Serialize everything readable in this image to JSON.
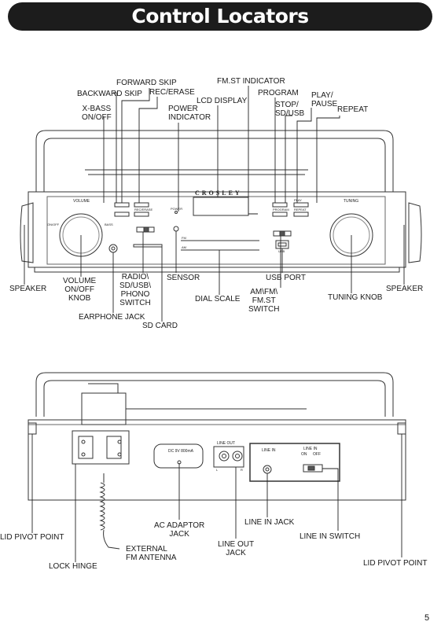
{
  "page_title": "Control Locators",
  "page_number": "5",
  "front_panel": {
    "brand": "CROSLEY",
    "printed": {
      "volume": "VOLUME",
      "tuning": "TUNING",
      "on_off": "ON/OFF",
      "bass": "BASS",
      "power": "POWER",
      "program": "PROGRAM",
      "repeat": "REPEAT",
      "play": "PLAY",
      "rec": "REC/ERASE",
      "usb": "USB",
      "fm": "FM",
      "am": "AM"
    },
    "callouts": {
      "forward_skip": "FORWARD SKIP",
      "backward_skip": "BACKWARD SKIP",
      "rec_erase": "REC/ERASE",
      "x_bass": [
        "X-BASS",
        "ON/OFF"
      ],
      "power_indicator": [
        "POWER",
        "INDICATOR"
      ],
      "lcd_display": "LCD DISPLAY",
      "fm_st_indicator": "FM.ST INDICATOR",
      "program": "PROGRAM",
      "play_pause": [
        "PLAY/",
        "PAUSE"
      ],
      "stop_sd_usb": [
        "STOP/",
        "SD/USB"
      ],
      "repeat": "REPEAT",
      "speaker_left": "SPEAKER",
      "volume_knob": [
        "VOLUME",
        "ON/OFF",
        "KNOB"
      ],
      "mode_switch": [
        "RADIO\\",
        "SD/USB\\",
        "PHONO",
        "SWITCH"
      ],
      "sensor": "SENSOR",
      "dial_scale": "DIAL SCALE",
      "band_switch": [
        "AM\\FM\\",
        "FM.ST",
        "SWITCH"
      ],
      "usb_port": "USB PORT",
      "tuning_knob": "TUNING KNOB",
      "speaker_right": "SPEAKER",
      "earphone_jack": "EARPHONE JACK",
      "sd_card": "SD CARD"
    }
  },
  "rear_panel": {
    "printed": {
      "dc_rating": "DC 9V 800mA",
      "line_out": "LINE OUT",
      "line_in": "LINE IN",
      "line_in_switch": "LINE IN",
      "on": "ON",
      "off": "OFF",
      "l": "L",
      "r": "R"
    },
    "callouts": {
      "lid_pivot_left": "LID PIVOT POINT",
      "lock_hinge": "LOCK HINGE",
      "external_antenna": [
        "EXTERNAL",
        "FM ANTENNA"
      ],
      "ac_adaptor_jack": [
        "AC ADAPTOR",
        "JACK"
      ],
      "line_out_jack": [
        "LINE OUT",
        "JACK"
      ],
      "line_in_jack": "LINE IN JACK",
      "line_in_switch": "LINE IN SWITCH",
      "lid_pivot_right": "LID PIVOT POINT"
    }
  }
}
